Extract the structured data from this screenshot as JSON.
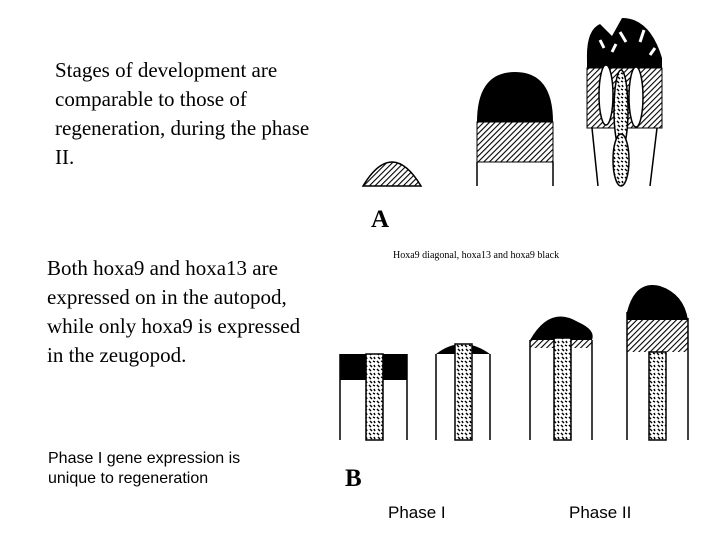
{
  "text": {
    "paragraph1": "Stages of development are comparable to those of regeneration, during the phase II.",
    "paragraph2": "Both hoxa9 and hoxa13 are expressed on in the autopod, while only hoxa9 is expressed in the zeugopod.",
    "paragraph3": "Phase I gene expression is unique to regeneration"
  },
  "figure": {
    "label_a": "A",
    "label_b": "B",
    "legend_caption": "Hoxa9 diagonal, hoxa13 and hoxa9 black",
    "phase1_label": "Phase I",
    "phase2_label": "Phase II"
  }
}
